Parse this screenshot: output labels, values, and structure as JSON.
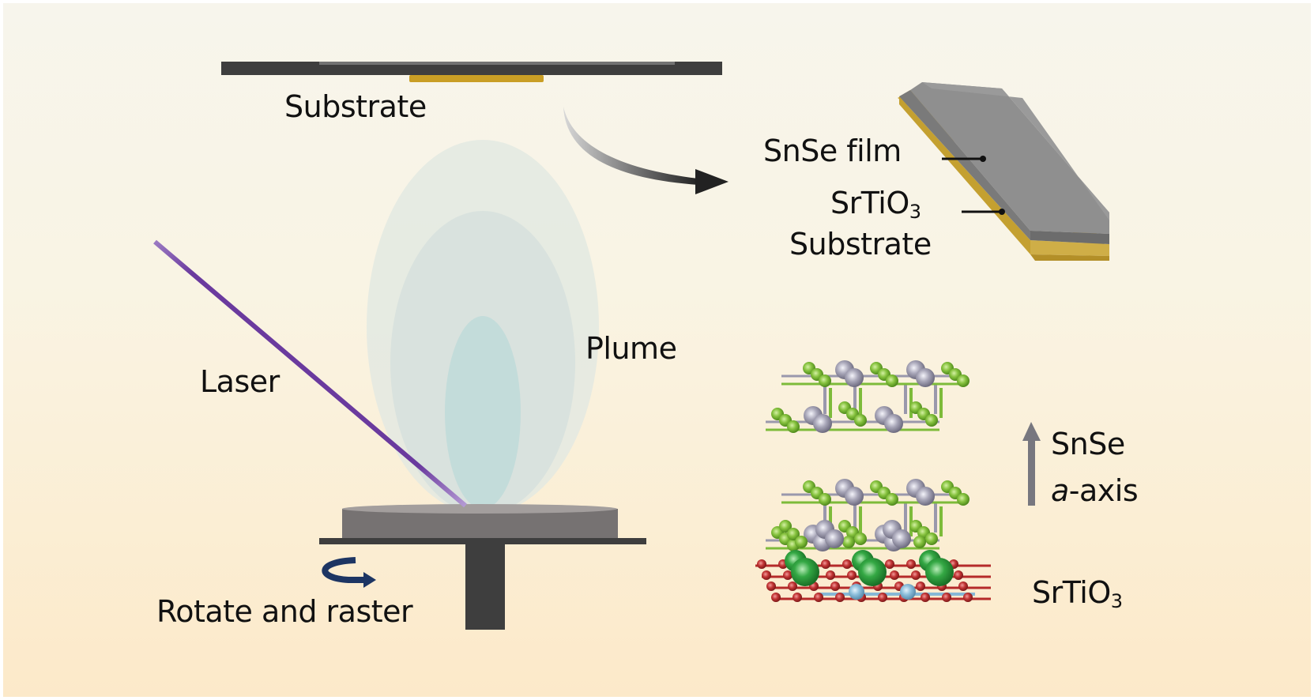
{
  "labels": {
    "substrate_top": "Substrate",
    "snse_film": "SnSe film",
    "srtio3_formula_base": "SrTiO",
    "srtio3_subscript": "3",
    "substrate_right": "Substrate",
    "plume": "Plume",
    "laser": "Laser",
    "rotate_raster": "Rotate and raster",
    "snse_axis_line1": "SnSe",
    "axis_letter": "a",
    "axis_suffix": "-axis",
    "crystal_srtio3_base": "SrTiO",
    "crystal_srtio3_subscript": "3"
  },
  "colors": {
    "substrate_holder": "#3f3f3f",
    "substrate_gold": "#c9a028",
    "film_gray": "#8e8e8e",
    "laser_purple": "#6a3a9e",
    "plume_outer": "#e6ebe2",
    "plume_mid": "#d9e3de",
    "plume_inner": "#c3dcda",
    "target_gray": "#757070",
    "rotate_arrow": "#1d3563",
    "axis_arrow": "#777780",
    "atom_se": "#7dbb3a",
    "atom_sn": "#9a98ac",
    "atom_sr": "#2f9a3c",
    "atom_o": "#b52a2a",
    "atom_ti": "#86b8d6"
  },
  "crystal": {
    "snse_layers": 2,
    "substrate": "SrTiO3"
  }
}
